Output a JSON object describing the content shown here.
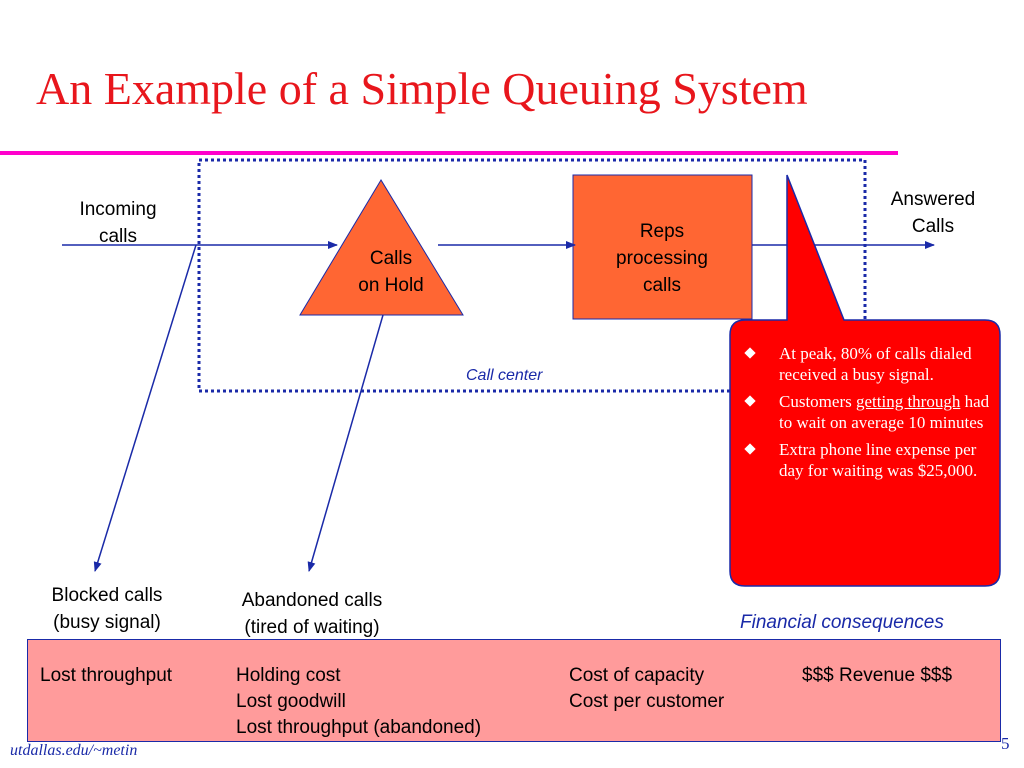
{
  "slide": {
    "title": "An Example of a Simple Queuing System",
    "page_number": "5",
    "footer": "utdallas.edu/~metin"
  },
  "diagram": {
    "incoming": "Incoming\n calls",
    "calls_on_hold": "Calls\non Hold",
    "reps": "Reps\nprocessing\ncalls",
    "answered": "Answered\nCalls",
    "call_center": "Call center",
    "blocked": "Blocked calls\n(busy signal)",
    "abandoned": "Abandoned calls\n(tired of waiting)"
  },
  "callout": {
    "b1": "At peak, 80% of calls dialed received a busy signal.",
    "b2_pre": "Customers ",
    "b2_link": "getting through",
    "b2_post": " had to wait on average 10 minutes",
    "b3": "Extra phone line expense per day for waiting was $25,000."
  },
  "consequences": {
    "title": "Financial consequences",
    "col1": [
      "Lost throughput"
    ],
    "col2": [
      "Holding cost",
      "Lost goodwill",
      "Lost throughput (abandoned)"
    ],
    "col3": [
      "Cost of capacity",
      "Cost per customer"
    ],
    "col4": [
      "$$$ Revenue $$$"
    ]
  },
  "colors": {
    "title": "#e8161c",
    "accent_line": "#ff00cc",
    "node_fill": "#ff6633",
    "callout_fill": "#ff0000",
    "arrow": "#1a2aa8",
    "consequence_box": "#ff9b9b"
  }
}
